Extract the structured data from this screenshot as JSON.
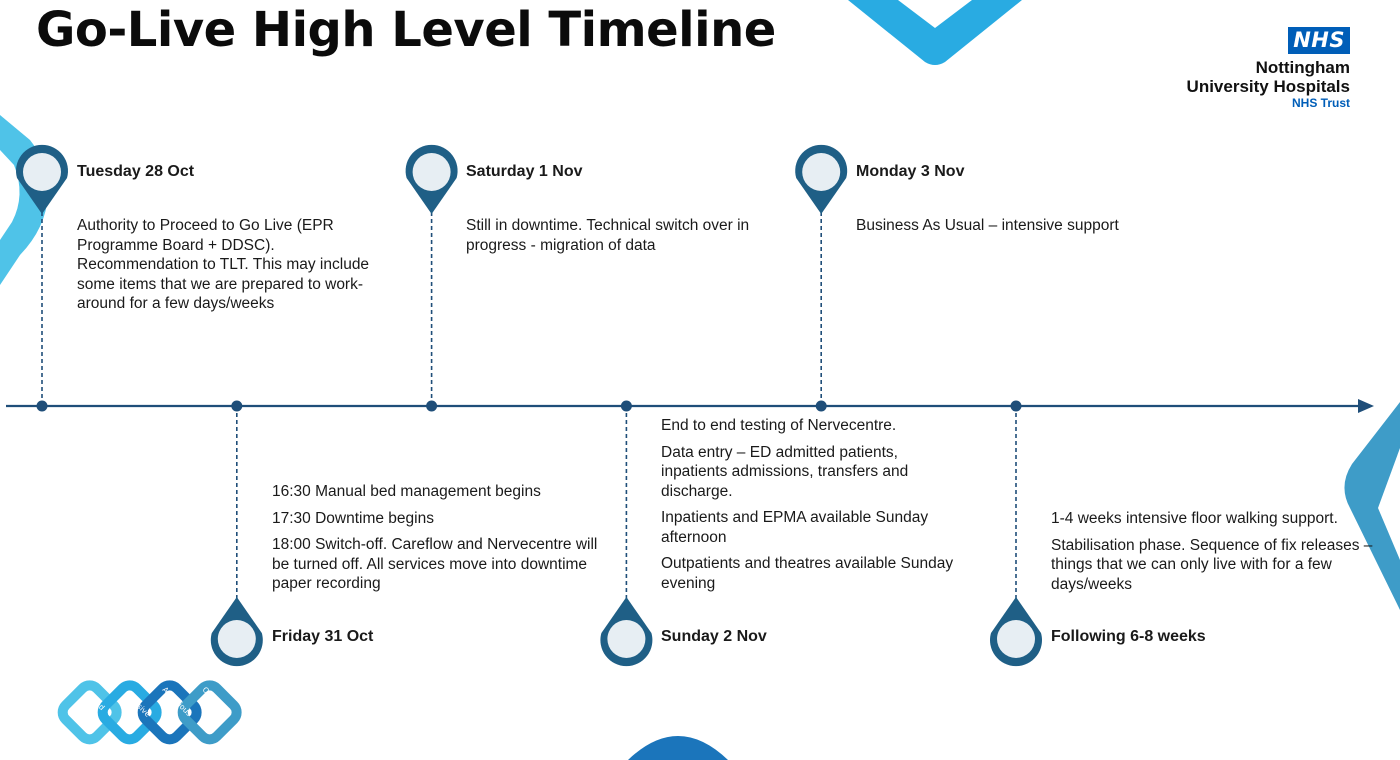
{
  "title": "Go-Live High Level Timeline",
  "logo": {
    "badge": "NHS",
    "org_line1": "Nottingham",
    "org_line2": "University Hospitals",
    "trust": "NHS Trust"
  },
  "colors": {
    "timeline": "#1F4E79",
    "pin": "#1F5F86",
    "pin_fill": "#E7EEF3",
    "accent_light": "#4FC3E8",
    "accent_mid": "#29ABE2",
    "accent_dark": "#1B75BB",
    "nhs_blue": "#005EB8"
  },
  "milestones": [
    {
      "date": "Tuesday 28 Oct",
      "position": "above",
      "text": [
        "Authority to Proceed to Go Live (EPR Programme Board + DDSC). Recommendation to TLT. This may include some items that we are prepared to work-around for a few days/weeks"
      ]
    },
    {
      "date": "Friday 31 Oct",
      "position": "below",
      "text": [
        "16:30 Manual bed management begins",
        "17:30 Downtime begins",
        "18:00 Switch-off. Careflow and Nervecentre will be turned off. All services move into downtime paper recording"
      ]
    },
    {
      "date": "Saturday 1 Nov",
      "position": "above",
      "text": [
        "Still in downtime. Technical switch over in progress -  migration of data"
      ]
    },
    {
      "date": "Sunday 2 Nov",
      "position": "below",
      "text": [
        "End to end testing of Nervecentre.",
        "Data entry – ED admitted patients, inpatients admissions, transfers and discharge.",
        "Inpatients and EPMA available Sunday afternoon",
        "Outpatients and theatres available Sunday evening"
      ]
    },
    {
      "date": "Monday 3 Nov",
      "position": "above",
      "text": [
        "Business As Usual – intensive support"
      ]
    },
    {
      "date": "Following 6-8 weeks",
      "position": "below",
      "text": [
        "1-4 weeks intensive floor walking support.",
        "Stabilisation phase. Sequence of fix releases – things that we can only live with for a few days/weeks"
      ]
    }
  ],
  "values_badges": [
    "Kind",
    "Inclusive",
    "Ambitious",
    "One team"
  ]
}
